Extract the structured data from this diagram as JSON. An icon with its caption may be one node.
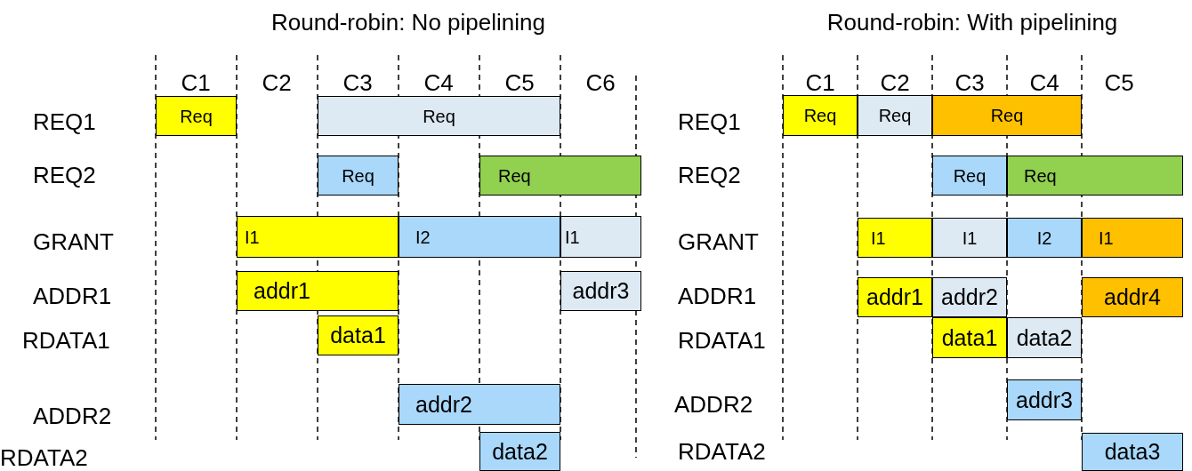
{
  "diagram": {
    "nodes": [
      {
        "text": [
          "Req"
        ]
      },
      {
        "text": [
          "Req"
        ]
      },
      {
        "text": [
          "Req"
        ]
      },
      {
        "text": [
          "Req"
        ]
      },
      {
        "text": [
          "I1"
        ]
      },
      {
        "text": [
          "I2"
        ]
      },
      {
        "text": [
          "I1"
        ]
      },
      {
        "text": [
          "addr1"
        ]
      },
      {
        "text": [
          "addr3"
        ]
      },
      {
        "text": [
          "data1"
        ]
      },
      {
        "text": [
          "addr2"
        ]
      },
      {
        "text": [
          "data2"
        ]
      },
      {
        "text": [
          "Req"
        ]
      },
      {
        "text": [
          "Req"
        ]
      },
      {
        "text": [
          "Req"
        ]
      },
      {
        "text": [
          "Req"
        ]
      },
      {
        "text": [
          "Req"
        ]
      },
      {
        "text": [
          "I1"
        ]
      },
      {
        "text": [
          "I1"
        ]
      },
      {
        "text": [
          "I2"
        ]
      },
      {
        "text": [
          "I1"
        ]
      },
      {
        "text": [
          "addr1"
        ]
      },
      {
        "text": [
          "addr2"
        ]
      },
      {
        "text": [
          "addr4"
        ]
      },
      {
        "text": [
          "data1"
        ]
      },
      {
        "text": [
          "data2"
        ]
      },
      {
        "text": [
          "addr3"
        ]
      },
      {
        "text": [
          "data3"
        ]
      }
    ],
    "labels": [
      "Round-robin: No pipelining",
      "C1",
      "C2",
      "C3",
      "C4",
      "C5",
      "C6",
      "REQ1",
      "REQ2",
      "GRANT",
      "ADDR1",
      "RDATA1",
      "ADDR2",
      "RDATA2",
      "Round-robin: With pipelining",
      "C1",
      "C2",
      "C3",
      "C4",
      "C5",
      "REQ1",
      "REQ2",
      "GRANT",
      "ADDR1",
      "RDATA1",
      "ADDR2",
      "RDATA2"
    ]
  }
}
